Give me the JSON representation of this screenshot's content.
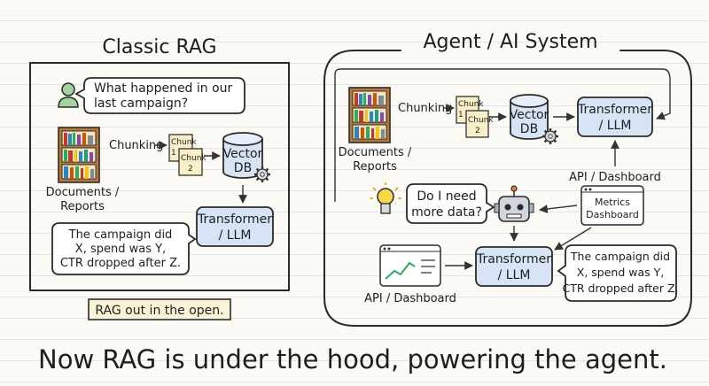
{
  "titles": {
    "left": "Classic RAG",
    "right": "Agent / AI System",
    "bottom": "Now RAG is under the hood, powering the agent."
  },
  "classic": {
    "question_line1": "What happened in our",
    "question_line2": "last campaign?",
    "docs_line1": "Documents /",
    "docs_line2": "Reports",
    "chunking": "Chunking",
    "chunk1": "Chunk",
    "chunk1_num": "1",
    "chunk2": "Chunk",
    "chunk2_num": "2",
    "vector1": "Vector",
    "vector2": "DB",
    "llm1": "Transformer",
    "llm2": "/ LLM",
    "answer_line1": "The campaign did",
    "answer_line2": "X, spend was Y,",
    "answer_line3": "CTR dropped after Z.",
    "caption": "RAG out in the open."
  },
  "agent": {
    "chunking": "Chunking",
    "chunk1": "Chunk",
    "chunk1_num": "1",
    "chunk2": "Chunk",
    "chunk2_num": "2",
    "vector1": "Vector",
    "vector2": "DB",
    "llm_top1": "Transformer",
    "llm_top2": "/ LLM",
    "docs_line1": "Documents /",
    "docs_line2": "Reports",
    "api_top": "API / Dashboard",
    "need_line1": "Do I need",
    "need_line2": "more data?",
    "metrics1": "Metrics",
    "metrics2": "Dashboard",
    "llm1": "Transformer",
    "llm2": "/ LLM",
    "answer_line1": "The campaign did",
    "answer_line2": "X, spend was Y,",
    "answer_line3": "CTR dropped after Z.",
    "api_bottom": "API / Dashboard"
  }
}
